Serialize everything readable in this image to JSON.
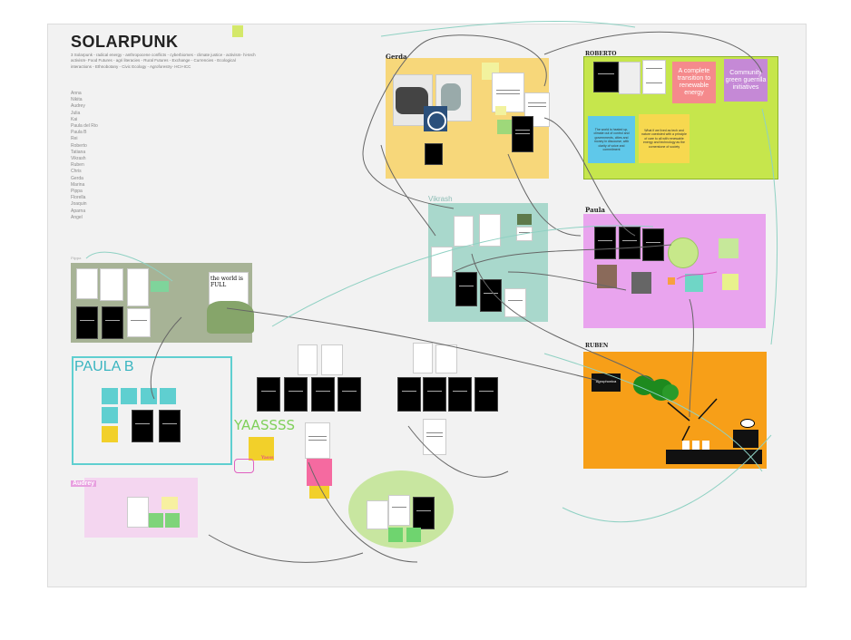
{
  "board": {
    "title": "SOLARPUNK",
    "description": "3 Solarpunk - radical energy - anthropocene conflicts - cyberbiomes - climate justice - activism- hi-tech activism- Food Futures - agri literacies - Rural Futures - Exchange - Currencies - Ecological interactions - Ethnobotany - Civic Ecology - Agroforestry- HCI+ICC",
    "names": [
      "Anna",
      "Nikita",
      "Audrey",
      "Julia",
      "Kai",
      "Paula del Rio",
      "Paula B",
      "Rei",
      "Roberto",
      "Tatiana",
      "Vikrash",
      "Ruben",
      "Chris",
      "Gerda",
      "Marina",
      "Pippa",
      "Florella",
      "Joaquin",
      "Aparna",
      "Angel"
    ]
  },
  "frames": {
    "gerda": "Gerda",
    "roberto": "ROBERTO",
    "vikrash": "Vikrash",
    "paula": "Paula",
    "ruben": "RUBEN",
    "pippa": "Pippa",
    "paula_b": "PAULA B",
    "audrey": "Audrey"
  },
  "stickies": {
    "roberto_red": "A complete transition to renewable energy",
    "roberto_purple": "Community green guerrilla initiatives",
    "roberto_blue": "The world is heated up, climate out of control and governments, cities and money in discourse, with clarity of voice and commitment",
    "roberto_yellow": "What if we lived as tech and nature coexisted with a principle of care to all with renewable energy and technology as the cornerstone of society",
    "pippa_note": "the world is FULL",
    "yassss": "YAASSSS",
    "ruben_card": "Agrophonica",
    "pink_hand": "Yasss"
  },
  "colors": {
    "gerda_frame": "#f7d77a",
    "roberto_frame": "#c6e64c",
    "vikrash_frame": "#a9d8cc",
    "paula_frame": "#e9a4ee",
    "ruben_frame": "#f79f18",
    "pippa_frame": "#a7b396",
    "paula_b_border": "#5fcfd0",
    "audrey_frame": "#f4d6f0",
    "wire": "#555555",
    "wire_teal": "#8fd1c3"
  }
}
